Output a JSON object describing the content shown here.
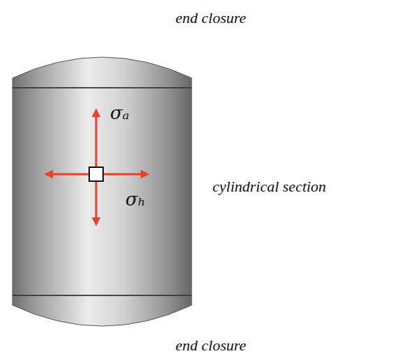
{
  "diagram": {
    "labels": [
      "end closure",
      "cylindrical section",
      "σₐ",
      "σₕ",
      "end closure"
    ]
  }
}
